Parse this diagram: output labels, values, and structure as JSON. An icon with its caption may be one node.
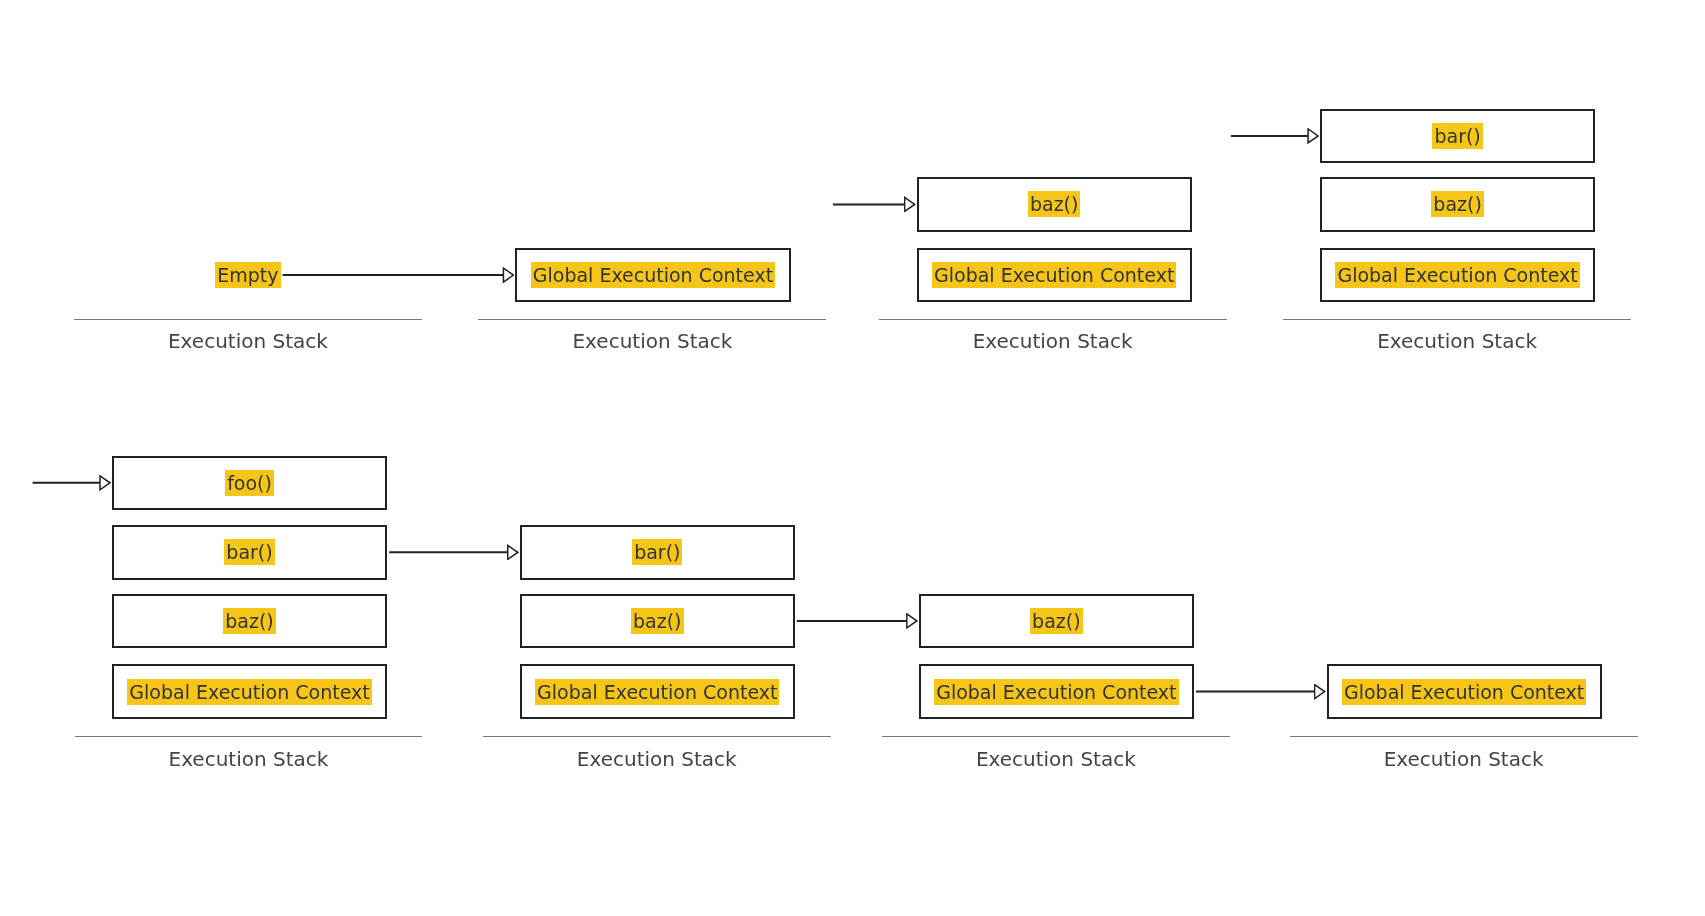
{
  "diagram": {
    "nodes": [
      {
        "text": [
          "Empty"
        ]
      },
      {
        "text": [
          "Global Execution Context"
        ]
      },
      {
        "text": [
          "baz()"
        ]
      },
      {
        "text": [
          "Global Execution Context"
        ]
      },
      {
        "text": [
          "bar()"
        ]
      },
      {
        "text": [
          "baz()"
        ]
      },
      {
        "text": [
          "Global Execution Context"
        ]
      },
      {
        "text": [
          "foo()"
        ]
      },
      {
        "text": [
          "bar()"
        ]
      },
      {
        "text": [
          "baz()"
        ]
      },
      {
        "text": [
          "Global Execution Context"
        ]
      },
      {
        "text": [
          "bar()"
        ]
      },
      {
        "text": [
          "baz()"
        ]
      },
      {
        "text": [
          "Global Execution Context"
        ]
      },
      {
        "text": [
          "baz()"
        ]
      },
      {
        "text": [
          "Global Execution Context"
        ]
      },
      {
        "text": [
          "Global Execution Context"
        ]
      }
    ],
    "edges": [
      {
        "from": 0,
        "to": 1,
        "arrow": "to"
      },
      {
        "from": null,
        "to": 2,
        "arrow": "to"
      },
      {
        "from": null,
        "to": 4,
        "arrow": "to"
      },
      {
        "from": null,
        "to": 7,
        "arrow": "to"
      },
      {
        "from": 8,
        "to": 11,
        "arrow": "to"
      },
      {
        "from": 12,
        "to": 14,
        "arrow": "to"
      },
      {
        "from": 15,
        "to": 16,
        "arrow": "to"
      }
    ],
    "labels": [
      "Execution Stack",
      "Execution Stack",
      "Execution Stack",
      "Execution Stack",
      "Execution Stack",
      "Execution Stack",
      "Execution Stack",
      "Execution Stack"
    ]
  }
}
